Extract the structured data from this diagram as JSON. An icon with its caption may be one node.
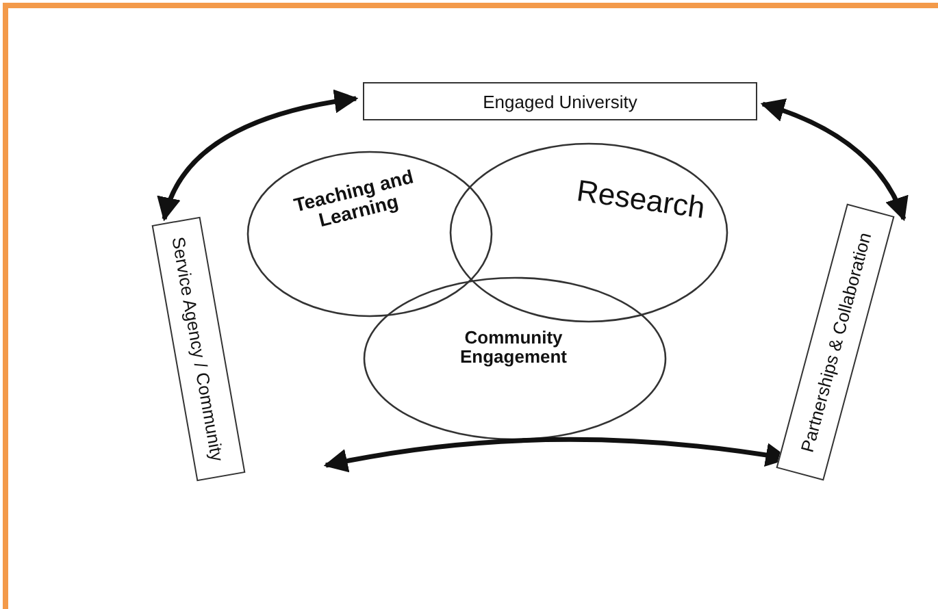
{
  "diagram": {
    "nodes": [
      {
        "text": [
          "Engaged University"
        ]
      },
      {
        "text": [
          "Teaching and Learning"
        ]
      },
      {
        "text": [
          "Research"
        ]
      },
      {
        "text": [
          "Community Engagement"
        ]
      },
      {
        "text": [
          "Service Agency / Community"
        ]
      },
      {
        "text": [
          "Partnerships & Collaboration"
        ]
      }
    ],
    "edges": [
      {
        "from": 4,
        "to": 0,
        "arrow": "both"
      },
      {
        "from": 0,
        "to": 5,
        "arrow": "both"
      },
      {
        "from": 4,
        "to": 5,
        "arrow": "both"
      }
    ]
  }
}
